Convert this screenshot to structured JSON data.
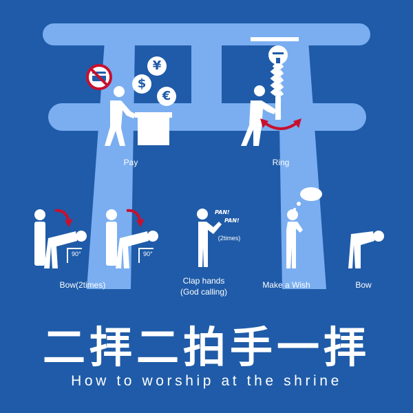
{
  "colors": {
    "background": "#1f5ba8",
    "torii": "#7aaef0",
    "figure": "#ffffff",
    "arrow": "#c8102e"
  },
  "symbols": {
    "yen": "¥",
    "dollar": "$",
    "euro": "€"
  },
  "steps": {
    "pay": "Pay",
    "ring": "Ring",
    "bow_twice": "Bow(2times)",
    "clap_line1": "Clap hands",
    "clap_line2": "(God calling)",
    "clap_times": "(2times)",
    "clap_sound1": "PAN!",
    "clap_sound2": "PAN!",
    "wish": "Make a Wish",
    "bow": "Bow"
  },
  "angle_label": "90°",
  "title_jp": "二拝二拍手一拝",
  "title_en": "How to worship at the shrine"
}
